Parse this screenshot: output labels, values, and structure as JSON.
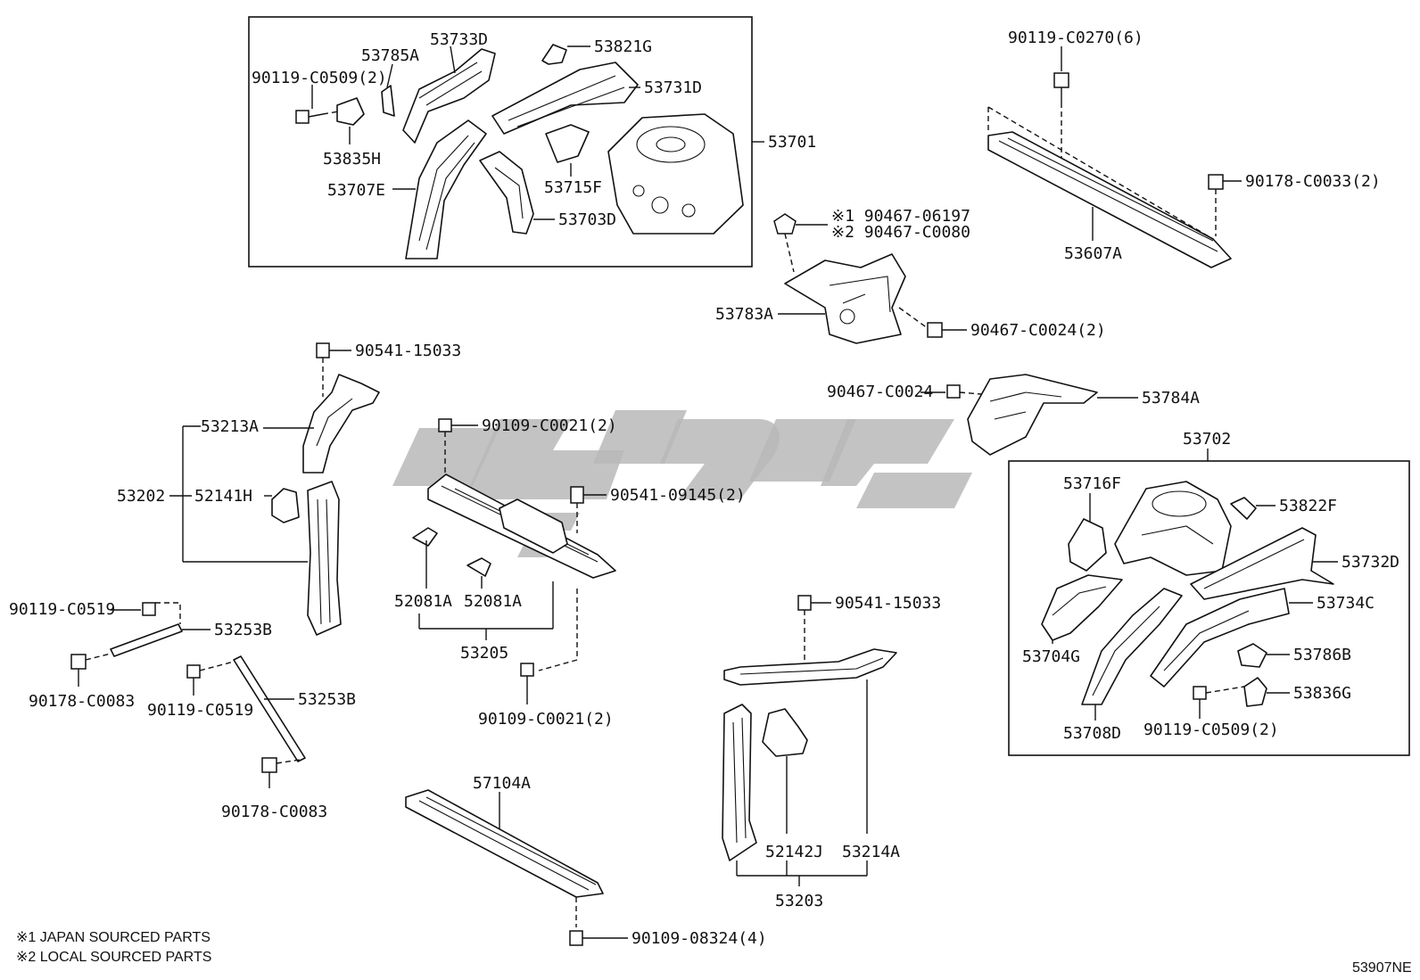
{
  "group_labels": {
    "g53701": "53701",
    "g53702": "53702",
    "g53202": "53202",
    "g53205": "53205",
    "g53203": "53203"
  },
  "parts": {
    "p53733D": "53733D",
    "p53785A": "53785A",
    "p53821G": "53821G",
    "p53731D": "53731D",
    "p90119_C0509_2_top": "90119-C0509(2)",
    "p53835H": "53835H",
    "p53707E": "53707E",
    "p53715F": "53715F",
    "p53703D": "53703D",
    "p90119_C0270": "90119-C0270(6)",
    "p90178_C0033": "90178-C0033(2)",
    "p53607A": "53607A",
    "p90467_06197": "※1 90467-06197",
    "p90467_C0080": "※2 90467-C0080",
    "p53783A": "53783A",
    "p90467_C0024_2": "90467-C0024(2)",
    "p90467_C0024": "90467-C0024",
    "p53784A": "53784A",
    "p90541_15033_a": "90541-15033",
    "p53213A": "53213A",
    "p52141H": "52141H",
    "p90109_C0021_top": "90109-C0021(2)",
    "p90541_09145": "90541-09145(2)",
    "p52081A_1": "52081A",
    "p52081A_2": "52081A",
    "p90109_C0021_bottom": "90109-C0021(2)",
    "p90119_C0519_a": "90119-C0519",
    "p53253B_a": "53253B",
    "p90178_C0083_a": "90178-C0083",
    "p90119_C0519_b": "90119-C0519",
    "p53253B_b": "53253B",
    "p90178_C0083_b": "90178-C0083",
    "p57104A": "57104A",
    "p90109_08324": "90109-08324(4)",
    "p90541_15033_b": "90541-15033",
    "p52142J": "52142J",
    "p53214A": "53214A",
    "p53716F": "53716F",
    "p53822F": "53822F",
    "p53732D": "53732D",
    "p53734C": "53734C",
    "p53704G": "53704G",
    "p53786B": "53786B",
    "p53836G": "53836G",
    "p90119_C0509_2_bottom": "90119-C0509(2)",
    "p53708D": "53708D"
  },
  "notes": {
    "note1": "※1 JAPAN SOURCED PARTS",
    "note2": "※2 LOCAL SOURCED PARTS"
  },
  "figure_code": "53907NE"
}
